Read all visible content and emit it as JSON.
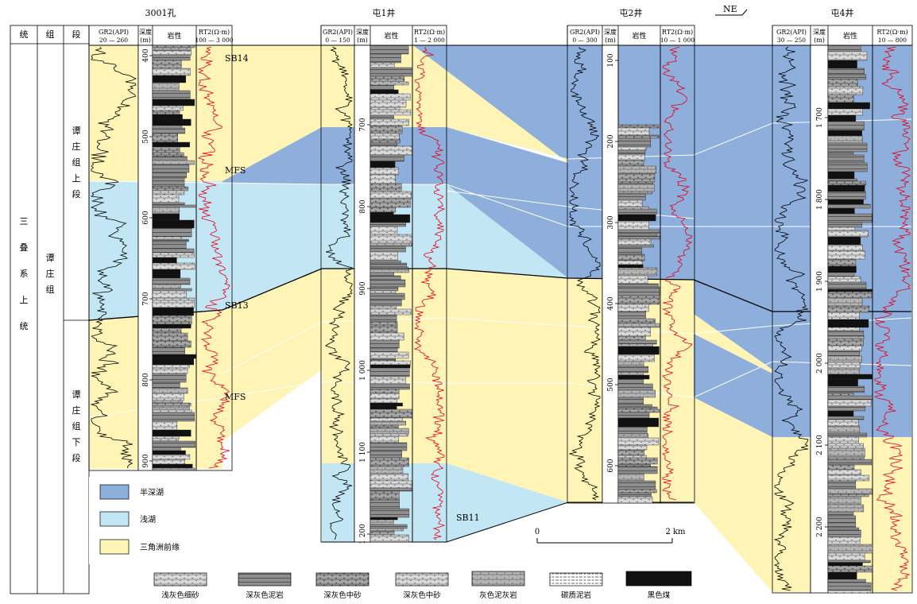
{
  "wells": {
    "w1": {
      "name": "3001孔",
      "gr": "GR2(API)",
      "gr_range": "20 — 260",
      "depth": "深度",
      "depth_unit": "(m)",
      "lith": "岩性",
      "rt": "RT2(Ω·m)",
      "rt_range": "100 — 3 000",
      "depth_ticks": [
        "400",
        "500",
        "600",
        "700",
        "800",
        "900"
      ]
    },
    "w2": {
      "name": "屯1井",
      "gr": "GR2(API)",
      "gr_range": "0 — 150",
      "depth": "深度",
      "depth_unit": "(m)",
      "lith": "岩性",
      "rt": "RT2(Ω·m)",
      "rt_range": "1 — 2 000",
      "depth_ticks": [
        "700",
        "800",
        "900",
        "1 000",
        "1 100",
        "1 200"
      ]
    },
    "w3": {
      "name": "屯2井",
      "gr": "GR2(API)",
      "gr_range": "0 — 300",
      "depth": "深度",
      "depth_unit": "(m)",
      "lith": "岩性",
      "rt": "RT2(Ω·m)",
      "rt_range": "10 — 1 000",
      "depth_ticks": [
        "100",
        "200",
        "300",
        "400",
        "500",
        "600"
      ]
    },
    "w4": {
      "name": "屯4井",
      "gr": "GR2(API)",
      "gr_range": "30 — 250",
      "depth": "深度",
      "depth_unit": "(m)",
      "lith": "岩性",
      "rt": "RT2(Ω·m)",
      "rt_range": "10 — 800",
      "depth_ticks": [
        "1 700",
        "1 800",
        "1 900",
        "2 000",
        "2 100",
        "2 200"
      ]
    }
  },
  "strat": {
    "headers": [
      "统",
      "组",
      "段"
    ],
    "series": "三叠系上统",
    "formation": "谭庄组",
    "upper": "谭庄组上段",
    "lower": "谭庄组下段"
  },
  "surfaces": {
    "sb14": "SB14",
    "mfs_upper": "MFS",
    "sb13": "SB13",
    "mfs_lower": "MFS",
    "sb11": "SB11"
  },
  "direction": "NE",
  "scale": {
    "zero": "0",
    "end": "2 km"
  },
  "legend": {
    "facies": [
      {
        "label": "半深湖",
        "color": "#8eaedb"
      },
      {
        "label": "浅湖",
        "color": "#c3e6f5"
      },
      {
        "label": "三角洲前缘",
        "color": "#fdf4b6"
      }
    ],
    "lithology": [
      "浅灰色细砂",
      "深灰色泥岩",
      "深灰色中砂",
      "深灰色中砂",
      "灰色泥灰岩",
      "碳质泥岩",
      "黑色煤"
    ]
  },
  "colors": {
    "deep": "#8eaedb",
    "shallow": "#c3e6f5",
    "delta": "#fdf4b6",
    "rt_curve": "#e3001b",
    "gr_curve": "#000000",
    "lith_fill": "#9a9a9a"
  }
}
